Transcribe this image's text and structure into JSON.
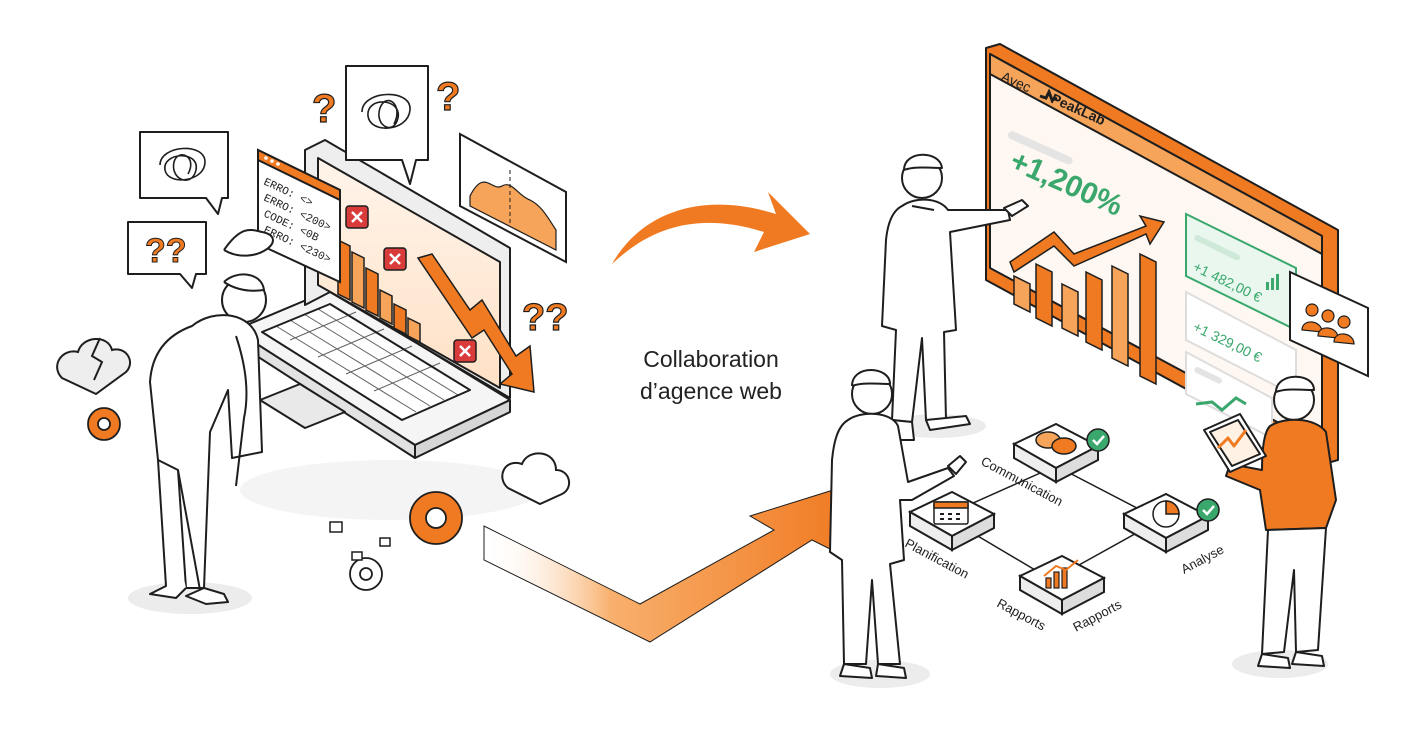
{
  "caption": {
    "line1": "Collaboration",
    "line2": "d’agence web"
  },
  "left_scene": {
    "question_bubble": "??",
    "error_lines": [
      "ERRO: <>",
      "ERRO: <200>",
      "CODE: <0B",
      "ERRO: <230>"
    ],
    "extra_question_marks": [
      "?",
      "?",
      "??"
    ]
  },
  "dashboard": {
    "brand_prefix": "Avec",
    "brand_name": "PeakLab",
    "growth": "+1,200%",
    "stat_1": "+1 482,00 €",
    "stat_2": "+1 329,00 €"
  },
  "workflow": {
    "communication": "Communication",
    "planification": "Planification",
    "rapports_left": "Rapports",
    "rapports_right": "Rapports",
    "analyse": "Analyse"
  },
  "colors": {
    "accent": "#f07a22",
    "accent_light": "#f6a45a",
    "success": "#3aa76d",
    "error": "#d93b3b",
    "outline": "#1e1e1e"
  }
}
